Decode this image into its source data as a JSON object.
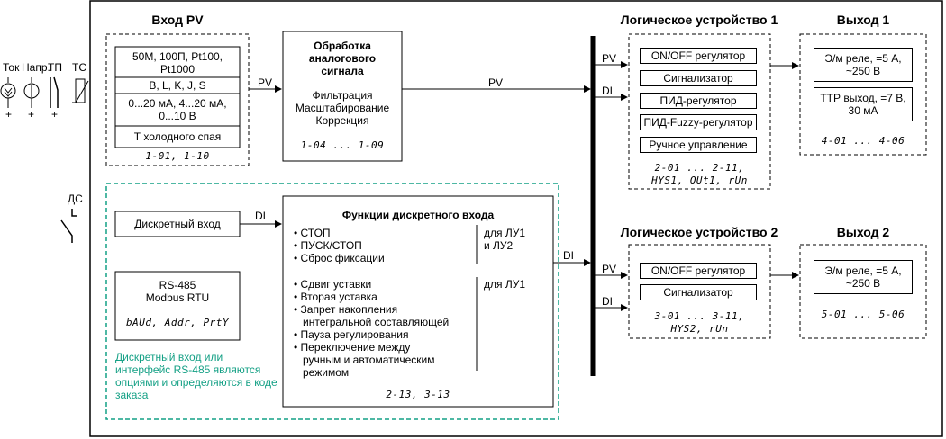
{
  "sensors": {
    "current": "Ток",
    "voltage": "Напр.",
    "thermocouple": "ТП",
    "thermoresistor": "ТС",
    "discrete": "ДС",
    "plus": "+"
  },
  "input_pv": {
    "title": "Вход PV",
    "items": [
      "50M, 100П, Pt100, Pt1000",
      "B, L, K, J, S",
      "0...20 мА, 4...20 мА, 0...10 В",
      "Т холодного спая"
    ],
    "code": "1-01, 1-10"
  },
  "analog": {
    "title": "Обработка аналогового сигнала",
    "body": [
      "Фильтрация",
      "Масштабирование",
      "Коррекция"
    ],
    "code": "1-04 ... 1-09"
  },
  "discrete_input": {
    "label": "Дискретный вход"
  },
  "rs485": {
    "line1": "RS-485",
    "line2": "Modbus RTU",
    "code": "bAUd, Addr, PrtY"
  },
  "note": "Дискретный вход или интерфейс RS-485 являются опциями и определяются в коде заказа",
  "di_functions": {
    "title": "Функции дискретного входа",
    "group1": [
      "• СТОП",
      "• ПУСК/СТОП",
      "• Сброс фиксации"
    ],
    "group1_target": [
      "для ЛУ1",
      "и ЛУ2"
    ],
    "group2": [
      "• Сдвиг уставки",
      "• Вторая уставка",
      "• Запрет накопления",
      "интегральной составляющей",
      "• Пауза регулирования",
      "• Переключение между",
      "ручным и автоматическим",
      "режимом"
    ],
    "group2_target": "для ЛУ1",
    "code": "2-13, 3-13"
  },
  "signals": {
    "pv": "PV",
    "di": "DI"
  },
  "logic1": {
    "title": "Логическое устройство 1",
    "items": [
      "ON/OFF регулятор",
      "Сигнализатор",
      "ПИД-регулятор",
      "ПИД-Fuzzy-регулятор",
      "Ручное управление"
    ],
    "code1": "2-01 ... 2-11,",
    "code2": "HYS1, OUt1, rUn"
  },
  "output1": {
    "title": "Выход 1",
    "items": [
      "Э/м реле, =5 А, ~250 В",
      "ТТР выход, =7 В, 30 мА"
    ],
    "code": "4-01 ... 4-06"
  },
  "logic2": {
    "title": "Логическое устройство 2",
    "items": [
      "ON/OFF регулятор",
      "Сигнализатор"
    ],
    "code1": "3-01 ... 3-11,",
    "code2": "HYS2, rUn"
  },
  "output2": {
    "title": "Выход 2",
    "items": [
      "Э/м реле, =5 А, ~250 В"
    ],
    "code": "5-01 ... 5-06"
  },
  "colors": {
    "note": "#14a085",
    "line": "#000000"
  }
}
